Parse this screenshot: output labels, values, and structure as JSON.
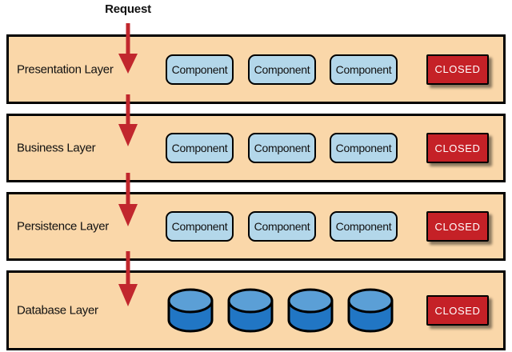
{
  "request_arrow": {
    "label": "Request"
  },
  "layers": [
    {
      "name": "Presentation Layer",
      "components": [
        "Component",
        "Component",
        "Component"
      ],
      "closed_label": "CLOSED"
    },
    {
      "name": "Business Layer",
      "components": [
        "Component",
        "Component",
        "Component"
      ],
      "closed_label": "CLOSED"
    },
    {
      "name": "Persistence Layer",
      "components": [
        "Component",
        "Component",
        "Component"
      ],
      "closed_label": "CLOSED"
    },
    {
      "name": "Database Layer",
      "database_count": 4,
      "closed_label": "CLOSED"
    }
  ],
  "colors": {
    "layer-bg": "#FAD7A9",
    "component-bg": "#B3D7EA",
    "closed-bg": "#C52127",
    "arrow-red": "#C1272D",
    "db-top": "#5B9FD6",
    "db-body": "#2176C4",
    "ink": "#000000"
  }
}
